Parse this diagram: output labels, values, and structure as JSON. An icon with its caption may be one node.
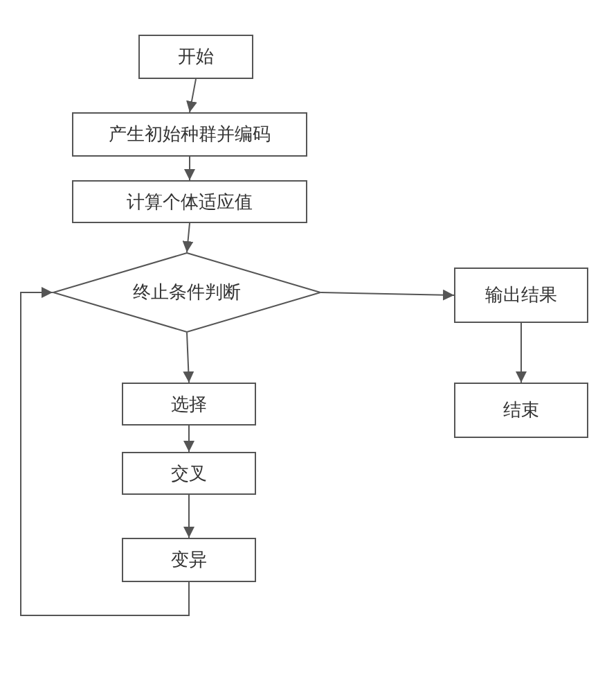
{
  "diagram": {
    "nodes": [
      {
        "text": [
          "开始"
        ]
      },
      {
        "text": [
          "产生初始种群并编码"
        ]
      },
      {
        "text": [
          "计算个体适应值"
        ]
      },
      {
        "text": [
          "终止条件判断"
        ]
      },
      {
        "text": [
          "输出结果"
        ]
      },
      {
        "text": [
          "结束"
        ]
      },
      {
        "text": [
          "选择"
        ]
      },
      {
        "text": [
          "交叉"
        ]
      },
      {
        "text": [
          "变异"
        ]
      }
    ],
    "edges": [
      {
        "from": 0,
        "to": 1,
        "arrow": "to"
      },
      {
        "from": 1,
        "to": 2,
        "arrow": "to"
      },
      {
        "from": 2,
        "to": 3,
        "arrow": "to"
      },
      {
        "from": 3,
        "to": 4,
        "arrow": "to"
      },
      {
        "from": 4,
        "to": 5,
        "arrow": "to"
      },
      {
        "from": 3,
        "to": 6,
        "arrow": "to"
      },
      {
        "from": 6,
        "to": 7,
        "arrow": "to"
      },
      {
        "from": 7,
        "to": 8,
        "arrow": "to"
      },
      {
        "from": 8,
        "to": 3,
        "arrow": "to"
      }
    ]
  }
}
